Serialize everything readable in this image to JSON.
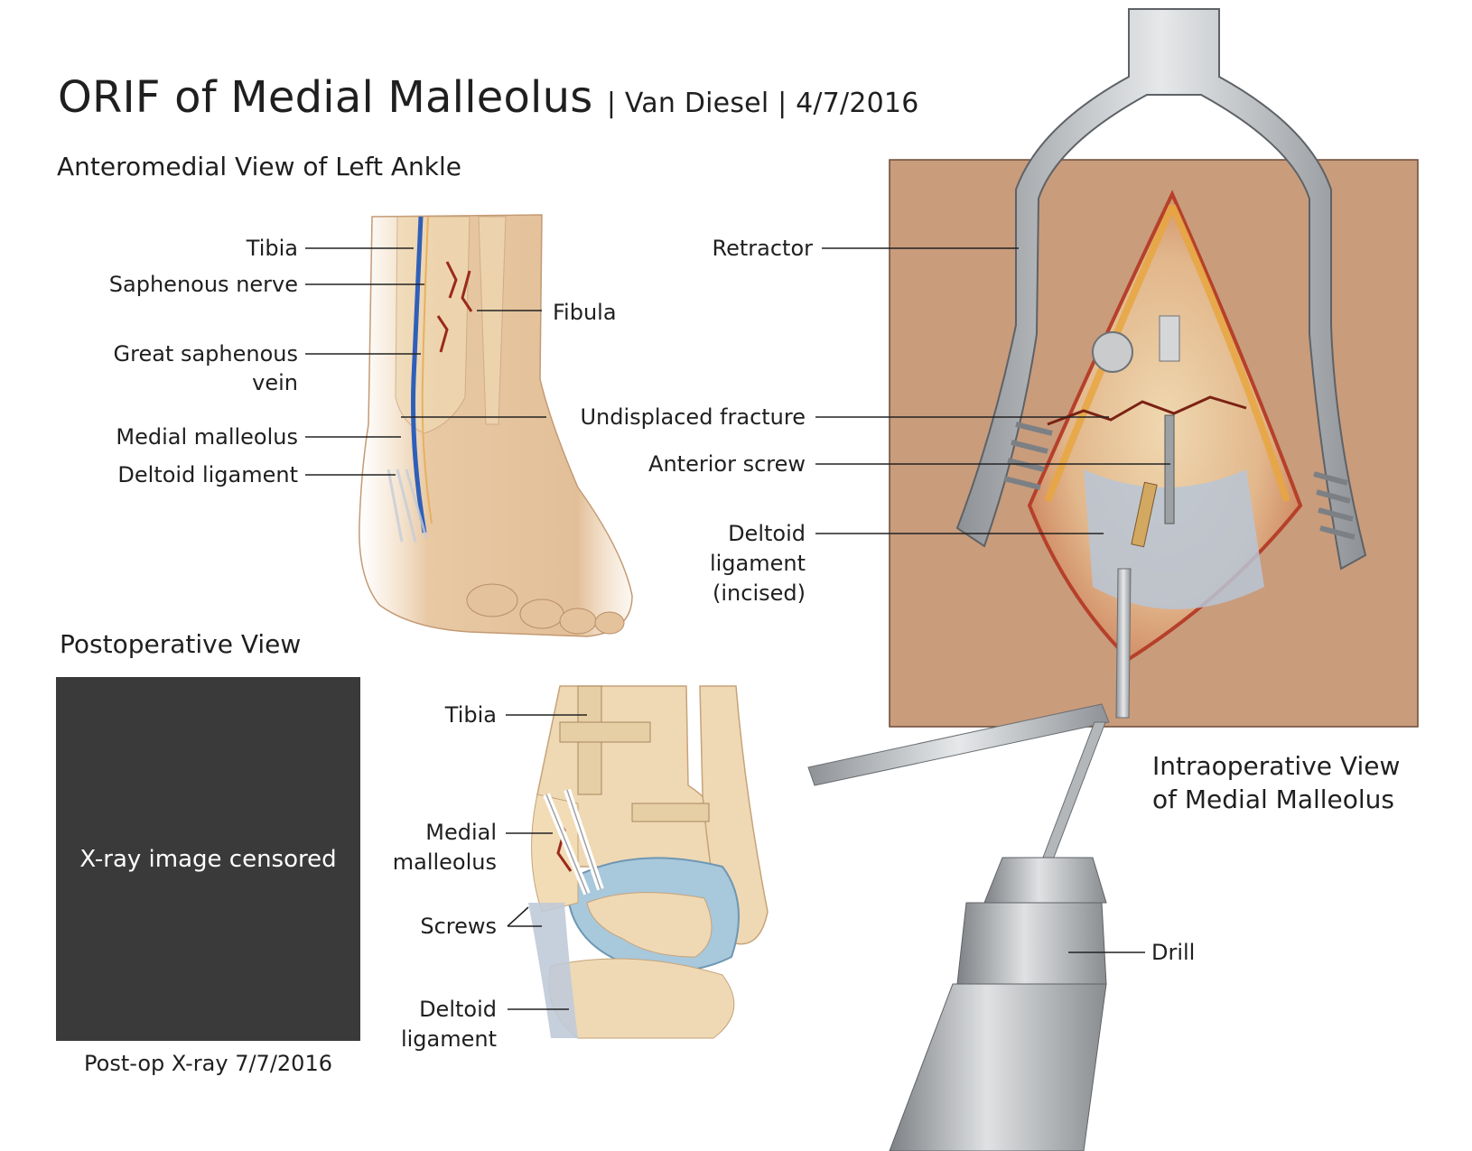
{
  "title": "ORIF of Medial Malleolus",
  "byline": "| Van Diesel | 4/7/2016",
  "sections": {
    "anteromedial": "Anteromedial View of Left Ankle",
    "postoperative": "Postoperative View",
    "intraoperative_line1": "Intraoperative View",
    "intraoperative_line2": "of Medial Malleolus"
  },
  "anteromedial_labels": {
    "tibia": "Tibia",
    "saphenous_nerve": "Saphenous nerve",
    "great_saphenous_1": "Great saphenous",
    "great_saphenous_2": "vein",
    "medial_malleolus": "Medial malleolus",
    "deltoid_ligament": "Deltoid ligament",
    "fibula": "Fibula"
  },
  "intraoperative_labels": {
    "retractor": "Retractor",
    "undisplaced_fracture": "Undisplaced fracture",
    "anterior_screw": "Anterior screw",
    "deltoid_1": "Deltoid",
    "deltoid_2": "ligament",
    "deltoid_3": "(incised)",
    "drill": "Drill"
  },
  "postop_labels": {
    "tibia": "Tibia",
    "medial_1": "Medial",
    "medial_2": "malleolus",
    "screws": "Screws",
    "deltoid_1": "Deltoid",
    "deltoid_2": "ligament"
  },
  "xray": {
    "placeholder": "X-ray image censored",
    "caption": "Post-op X-ray 7/7/2016"
  },
  "colors": {
    "skin": "#e8c9a4",
    "bone": "#f0dcb0",
    "fracture": "#9a2a1a",
    "vein": "#2f5fb8",
    "metal": "#b9bcc0",
    "cartilage": "#a8c8dc",
    "panel_bg": "#c99c7c"
  }
}
